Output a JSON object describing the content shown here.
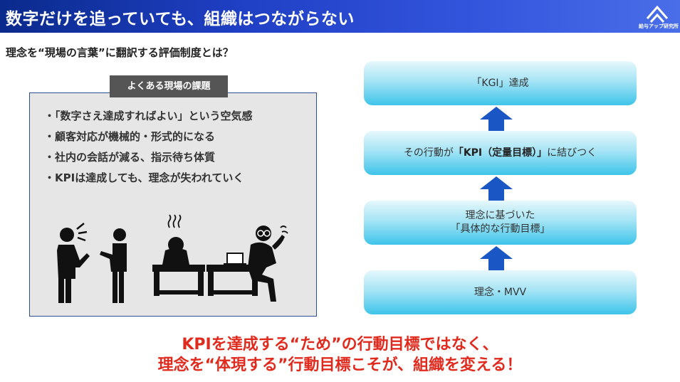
{
  "header": {
    "title": "数字だけを追っていても、組織はつながらない",
    "logo_text": "給与アップ研究所",
    "logo_icon": "mountain-chevron-icon"
  },
  "subheading": "理念を“現場の言葉”に翻訳する評価制度とは？",
  "panel": {
    "tag": "よくある現場の課題",
    "issues": [
      "・「数字さえ達成すればよい」という空気感",
      "・顧客対応が機械的・形式的になる",
      "・社内の会話が減る、指示待ち体質",
      "・KPIは達成しても、理念が失われていく"
    ],
    "illustration_icons": [
      "arguing-people-icon",
      "stressed-desk-worker-icon",
      "relaxed-thinking-person-icon"
    ]
  },
  "flow": {
    "kgi": "「KGI」達成",
    "kpi_pre": "その行動が",
    "kpi_bold": "「KPI（定量目標）」",
    "kpi_post": "に結びつく",
    "goal_line1": "理念に基づいた",
    "goal_line2": "「具体的な行動目標」",
    "mvv": "理念・MVV",
    "arrow_icon": "up-arrow-icon",
    "box_color": "#3ec4ea",
    "arrow_color": "#1a57c4"
  },
  "conclusion": {
    "line1": "KPIを達成する“ため”の行動目標ではなく、",
    "line2": "理念を“体現する”行動目標こそが、組織を変える！",
    "color": "#e02a1d"
  }
}
